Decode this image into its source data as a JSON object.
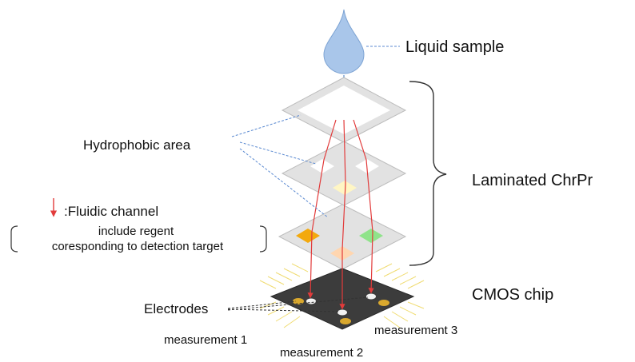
{
  "labels": {
    "liquid_sample": "Liquid sample",
    "hydrophobic_area": "Hydrophobic area",
    "laminated": "Laminated ChrPr",
    "cmos_chip": "CMOS chip",
    "electrodes": "Electrodes",
    "legend_arrow_label": ":Fluidic channel",
    "legend_note_line1": "include regent",
    "legend_note_line2": "coresponding to detection target",
    "measurement1": "measurement 1",
    "measurement2": "measurement 2",
    "measurement3": "measurement 3"
  },
  "colors": {
    "droplet": "#a9c6ea",
    "droplet_stroke": "#7ea4d4",
    "layer_fill": "#e2e2e2",
    "layer_stroke": "#bdbdbd",
    "channel_arrow": "#e23b3b",
    "dashed_leader": "#5b8ad1",
    "chip_fill": "#3c3c3c",
    "chip_pins": "#f0dc72",
    "reagent_orange": "#f3a90d",
    "reagent_green": "#8fe38a",
    "reagent_peach": "#ffd6b0",
    "reagent_yellow": "#fff6c4",
    "electrode_gold": "#d9a82e"
  }
}
